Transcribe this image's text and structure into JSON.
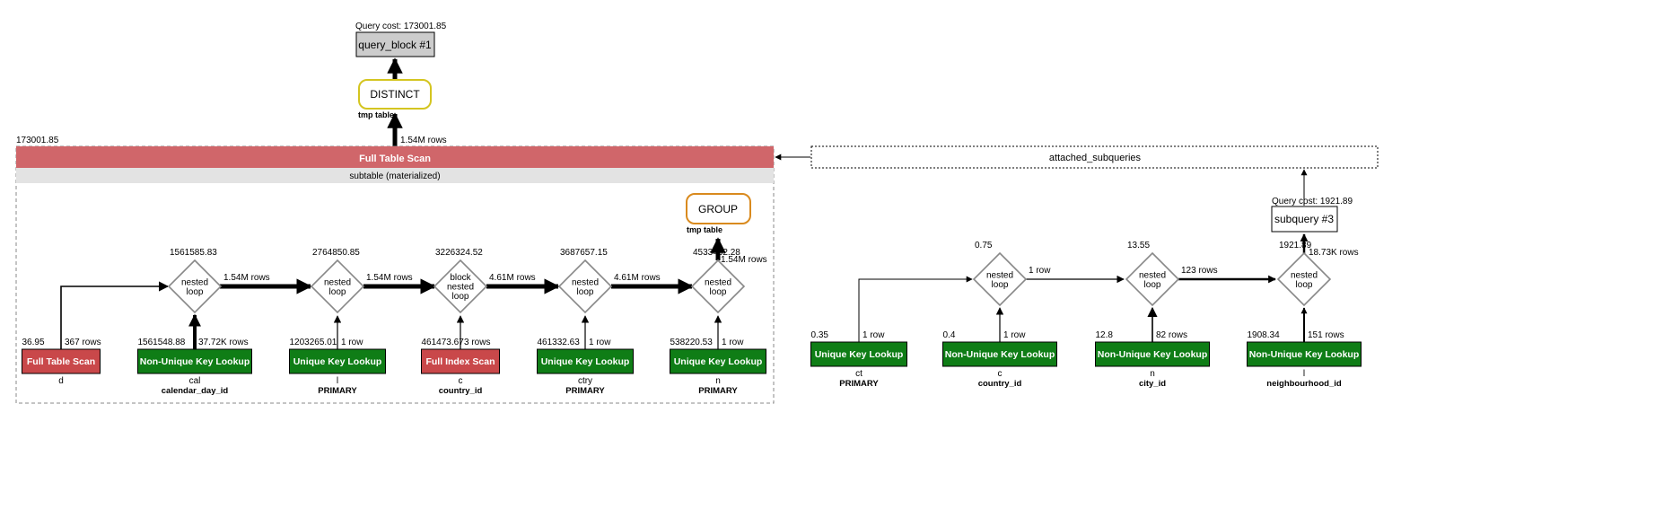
{
  "main_query": {
    "cost_label": "Query cost: 173001.85",
    "block_label": "query_block #1",
    "distinct": {
      "label": "DISTINCT",
      "note": "tmp table"
    },
    "distinct_edge_rows": "1.54M rows",
    "table_scan": {
      "cost": "173001.85",
      "header": "Full Table Scan",
      "subheader": "subtable (materialized)"
    },
    "group": {
      "label": "GROUP",
      "note": "tmp table"
    },
    "group_edge_rows": "1.54M rows",
    "joins": [
      {
        "cost": "1561585.83",
        "label_lines": [
          "nested",
          "loop"
        ],
        "out_rows": "1.54M rows"
      },
      {
        "cost": "2764850.85",
        "label_lines": [
          "nested",
          "loop"
        ],
        "out_rows": "1.54M rows"
      },
      {
        "cost": "3226324.52",
        "label_lines": [
          "block",
          "nested",
          "loop"
        ],
        "out_rows": "4.61M rows"
      },
      {
        "cost": "3687657.15",
        "label_lines": [
          "nested",
          "loop"
        ],
        "out_rows": "4.61M rows"
      },
      {
        "cost": "4533432.28",
        "label_lines": [
          "nested",
          "loop"
        ]
      }
    ],
    "accesses": [
      {
        "cost": "36.95",
        "rows": "367 rows",
        "label": "Full Table Scan",
        "table": "d",
        "key": "",
        "color": "#c9484a"
      },
      {
        "cost": "1561548.88",
        "rows": "37.72K rows",
        "label": "Non-Unique Key Lookup",
        "table": "cal",
        "key": "calendar_day_id",
        "color": "#0f7d16"
      },
      {
        "cost": "1203265.01",
        "rows": "1 row",
        "label": "Unique Key Lookup",
        "table": "l",
        "key": "PRIMARY",
        "color": "#0f7d16"
      },
      {
        "cost": "461473.67",
        "rows": "3 rows",
        "label": "Full Index Scan",
        "table": "c",
        "key": "country_id",
        "color": "#c9484a"
      },
      {
        "cost": "461332.63",
        "rows": "1 row",
        "label": "Unique Key Lookup",
        "table": "ctry",
        "key": "PRIMARY",
        "color": "#0f7d16"
      },
      {
        "cost": "538220.53",
        "rows": "1 row",
        "label": "Unique Key Lookup",
        "table": "n",
        "key": "PRIMARY",
        "color": "#0f7d16"
      }
    ]
  },
  "attached_subqueries_label": "attached_subqueries",
  "subquery": {
    "cost_label": "Query cost: 1921.89",
    "block_label": "subquery #3",
    "edge_rows": "18.73K rows",
    "joins": [
      {
        "cost": "0.75",
        "label_lines": [
          "nested",
          "loop"
        ],
        "out_rows": "1 row"
      },
      {
        "cost": "13.55",
        "label_lines": [
          "nested",
          "loop"
        ],
        "out_rows": "123 rows"
      },
      {
        "cost": "1921.89",
        "label_lines": [
          "nested",
          "loop"
        ]
      }
    ],
    "accesses": [
      {
        "cost": "0.35",
        "rows": "1 row",
        "label": "Unique Key Lookup",
        "table": "ct",
        "key": "PRIMARY",
        "color": "#0f7d16"
      },
      {
        "cost": "0.4",
        "rows": "1 row",
        "label": "Non-Unique Key Lookup",
        "table": "c",
        "key": "country_id",
        "color": "#0f7d16"
      },
      {
        "cost": "12.8",
        "rows": "82 rows",
        "label": "Non-Unique Key Lookup",
        "table": "n",
        "key": "city_id",
        "color": "#0f7d16"
      },
      {
        "cost": "1908.34",
        "rows": "151 rows",
        "label": "Non-Unique Key Lookup",
        "table": "l",
        "key": "neighbourhood_id",
        "color": "#0f7d16"
      }
    ]
  },
  "colors": {
    "block_fill": "#cccccc",
    "distinct_border": "#d4c520",
    "group_border": "#d98a1e",
    "table_scan_header": "#d0666a",
    "table_scan_subheader": "#e3e3e3",
    "diamond_border": "#888888"
  }
}
